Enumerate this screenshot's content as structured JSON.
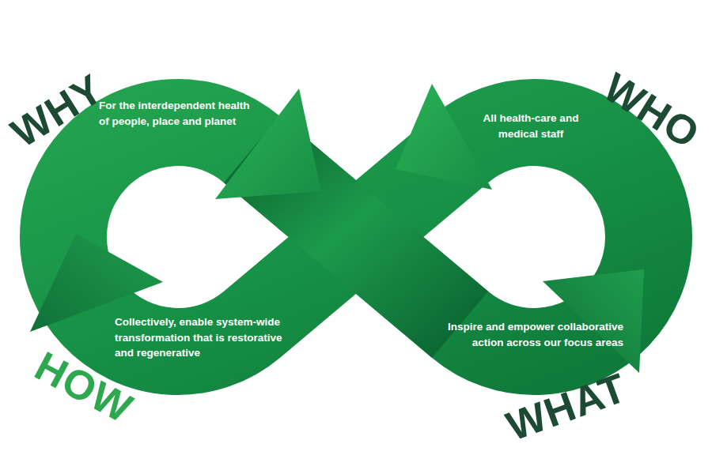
{
  "diagram": {
    "nodes": [
      {
        "text": [
          "WHY",
          "For the interdependent health of people, place and planet"
        ]
      },
      {
        "text": [
          "WHO",
          "All health-care and medical staff"
        ]
      },
      {
        "text": [
          "HOW",
          "Collectively, enable system-wide transformation that is restorative and regenerative"
        ]
      },
      {
        "text": [
          "WHAT",
          "Inspire and empower collaborative action across our focus areas"
        ]
      }
    ]
  }
}
